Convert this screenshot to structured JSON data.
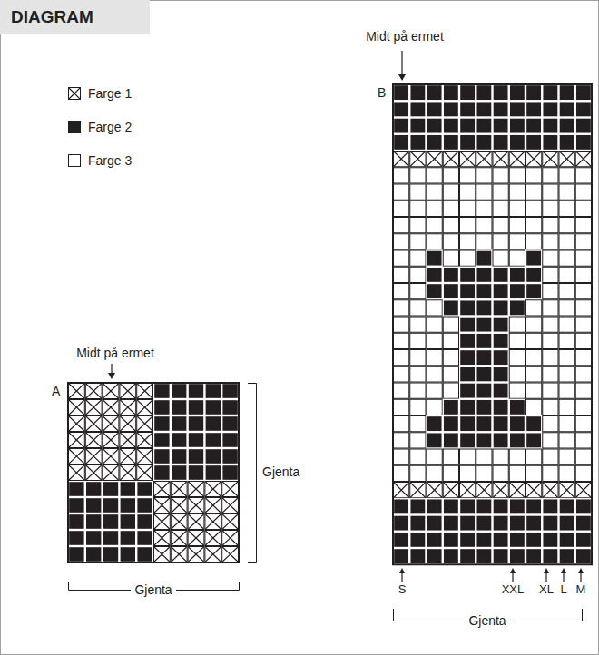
{
  "diagram": {
    "title": "DIAGRAM",
    "labels": [
      "Midt på ermet",
      "B",
      "S",
      "XXL",
      "XL",
      "L",
      "M",
      "Gjenta",
      "Midt på ermet",
      "A",
      "Gjenta",
      "Gjenta"
    ],
    "legend": [
      {
        "text": "Farge 1"
      },
      {
        "text": "Farge 2",
        "color": "#231f20"
      },
      {
        "text": "Farge 3",
        "color": "#ffffff"
      }
    ]
  }
}
